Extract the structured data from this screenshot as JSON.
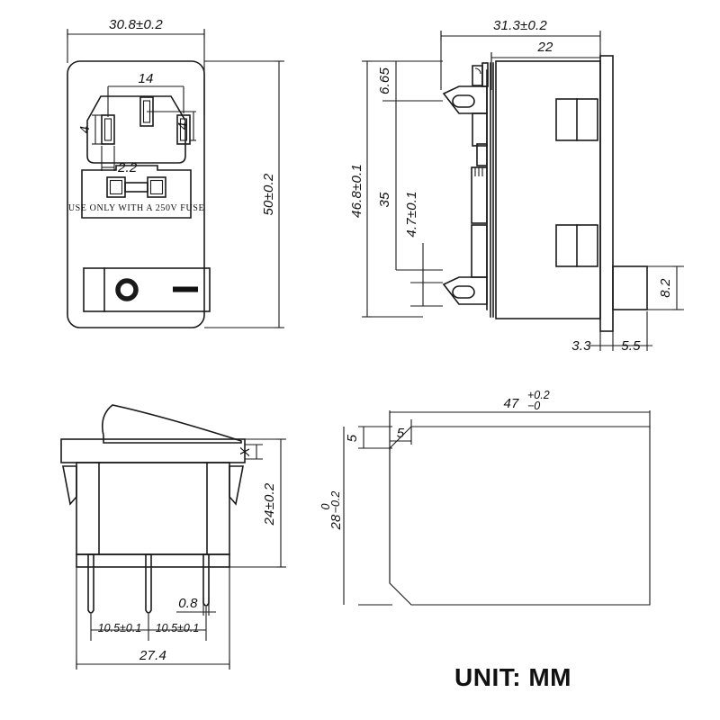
{
  "drawing": {
    "unit_note": "UNIT: MM",
    "views": {
      "front": {
        "name": "front-view",
        "label_fuse": "USE ONLY WITH A 250V FUSE",
        "switch_off_symbol": "O",
        "switch_on_symbol": "—",
        "dimensions": {
          "overall_width": "30.8±0.2",
          "overall_height": "50±0.2",
          "pin_span": "14",
          "pin_width_left": "4",
          "pin_width_right": "4",
          "pin_offset": "2.2"
        }
      },
      "side": {
        "name": "side-view",
        "dimensions": {
          "overall_depth": "31.3±0.2",
          "body_depth": "22",
          "top_clip_offset": "6.65",
          "overall_height": "46.8±0.1",
          "clip_span": "35",
          "bottom_clip_offset": "4.7±0.1",
          "tab_height": "8.2",
          "flange_thickness": "3.3",
          "tab_depth": "5.5"
        }
      },
      "rocker": {
        "name": "rocker-switch-view",
        "dimensions": {
          "height": "24±0.2",
          "bezel_lip": "X",
          "terminal_pitch_a": "10.5±0.1",
          "terminal_pitch_b": "10.5±0.1",
          "terminal_thickness": "0.8",
          "overall_width": "27.4"
        }
      },
      "cutout": {
        "name": "panel-cutout-view",
        "dimensions": {
          "width": "47",
          "width_tol_upper": "+0.2",
          "width_tol_lower": "−0",
          "height": "28",
          "height_tol_upper": "0",
          "height_tol_lower": "−0.2",
          "chamfer_horizontal": "5",
          "chamfer_vertical": "5"
        }
      }
    },
    "colors": {
      "line": "#1a1a1a",
      "background": "#ffffff"
    }
  }
}
